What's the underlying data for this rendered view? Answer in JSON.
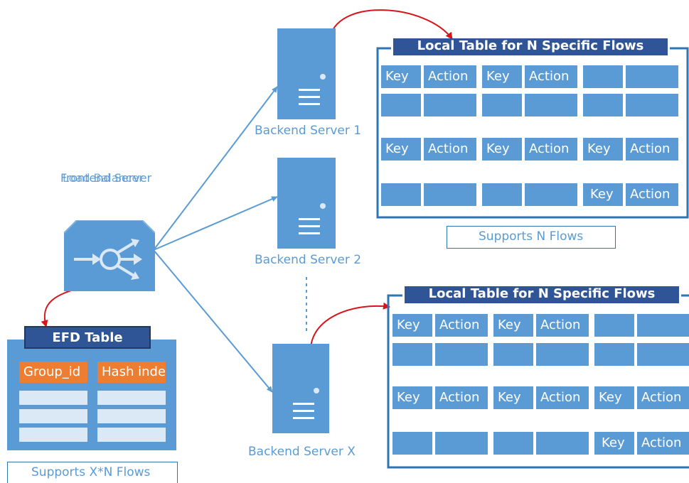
{
  "diagram": {
    "load_balancer": {
      "label_a": "Frontend Server",
      "label_b": "Load Balancer"
    },
    "servers": [
      {
        "label": "Backend Server 1"
      },
      {
        "label": "Backend Server 2"
      },
      {
        "label": "Backend Server X"
      }
    ],
    "efd_table": {
      "title": "EFD Table",
      "col1": "Group_id",
      "col2": "Hash index",
      "supports": "Supports X*N Flows"
    },
    "local_table_top": {
      "title": "Local Table for N Specific Flows",
      "key": "Key",
      "action": "Action",
      "supports": "Supports N Flows"
    },
    "local_table_bottom": {
      "title": "Local Table for N Specific Flows",
      "key": "Key",
      "action": "Action"
    },
    "colors": {
      "primary": "#5b9bd5",
      "dark": "#2f5597",
      "accent": "#ed7d31",
      "arrow_red": "#d9131a",
      "border": "#2e75b6"
    }
  }
}
